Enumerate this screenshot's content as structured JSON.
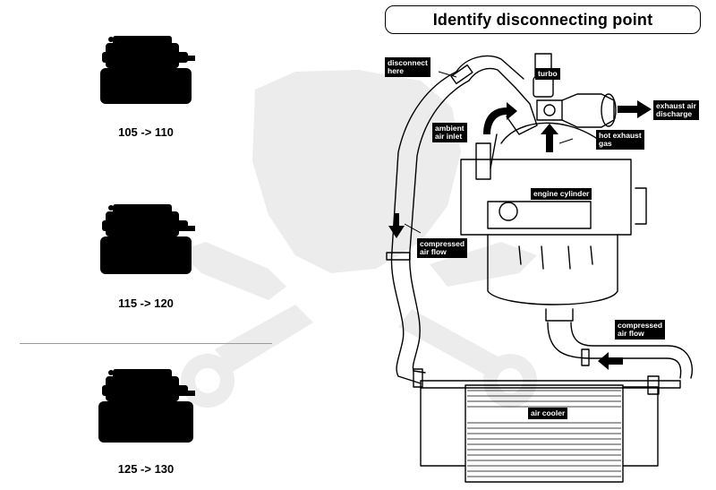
{
  "title": "Identify disconnecting point",
  "sizes": [
    {
      "label": "105 -> 110"
    },
    {
      "label": "115 -> 120"
    },
    {
      "label": "125 -> 130"
    }
  ],
  "labels": {
    "disconnect": "disconnect\nhere",
    "turbo": "turbo",
    "exhaust_discharge": "exhaust air\ndischarge",
    "ambient_inlet": "ambient\nair inlet",
    "hot_exhaust": "hot exhaust\ngas",
    "engine_cylinder": "engine cylinder",
    "compressed_flow_left": "compressed\nair flow",
    "compressed_flow_right": "compressed\nair flow",
    "air_cooler": "air cooler"
  },
  "colors": {
    "ink": "#000000",
    "watermark": "#ececec",
    "divider": "#9a9a9a"
  },
  "icons": [
    "hose-coupler-icon",
    "flow-arrow-icon",
    "panther-wrench-watermark"
  ]
}
